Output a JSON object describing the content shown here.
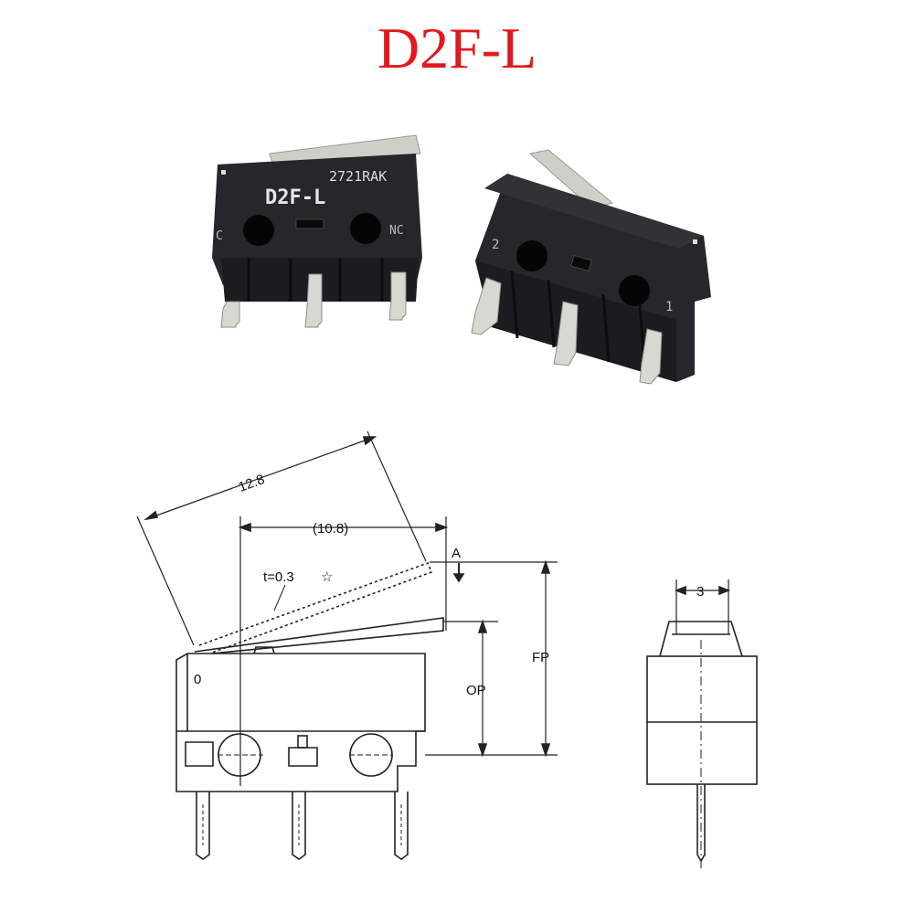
{
  "title": "D2F-L",
  "colors": {
    "title": "#e0191e",
    "body": "#232528",
    "body_dark": "#141517",
    "metal": "#c9c9c4",
    "line": "#222222"
  },
  "photo": {
    "left_switch": {
      "code": "2721RAK",
      "model": "D2F-L",
      "terminal_left": "C",
      "terminal_right": "NC"
    },
    "right_switch": {
      "terminal_left": "2",
      "terminal_right": "1"
    }
  },
  "drawing": {
    "lever_length": "12.8",
    "lever_span": "(10.8)",
    "thickness": "t=0.3",
    "free_position_marker": "A",
    "operating_position": "OP",
    "free_position": "FP",
    "width": "3",
    "body_mark": "0"
  }
}
